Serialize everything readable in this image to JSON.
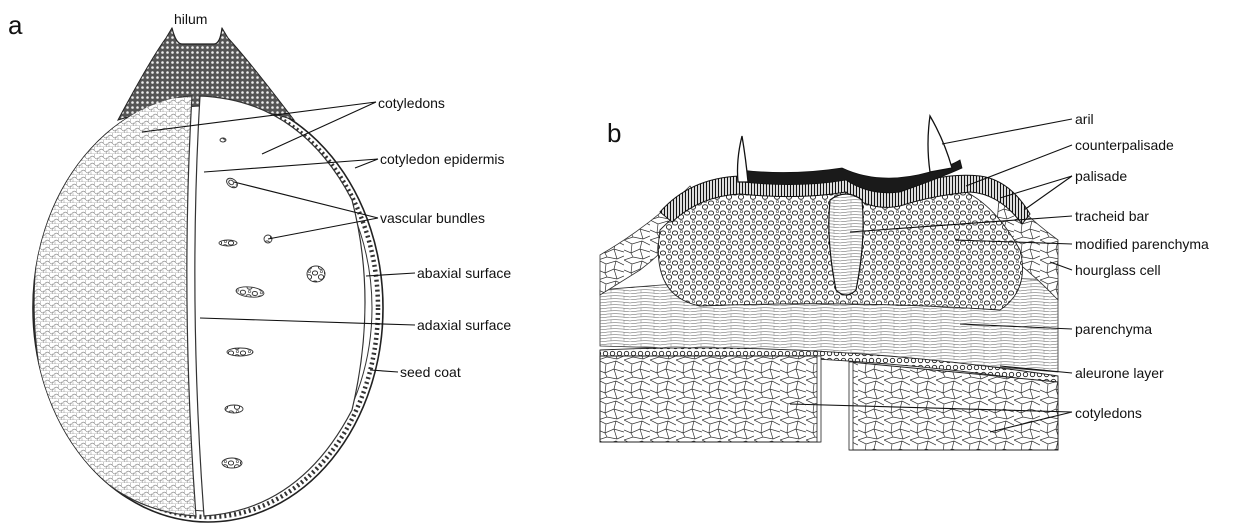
{
  "panels": {
    "a": {
      "letter": "a",
      "labels": {
        "hilum": "hilum",
        "cotyledons": "cotyledons",
        "cotyledon_epidermis": "cotyledon epidermis",
        "vascular_bundles": "vascular bundles",
        "abaxial_surface": "abaxial surface",
        "adaxial_surface": "adaxial surface",
        "seed_coat": "seed coat"
      }
    },
    "b": {
      "letter": "b",
      "labels": {
        "aril": "aril",
        "counterpalisade": "counterpalisade",
        "palisade": "palisade",
        "tracheid_bar": "tracheid bar",
        "modified_parenchyma": "modified parenchyma",
        "hourglass_cell": "hourglass cell",
        "parenchyma": "parenchyma",
        "aleurone_layer": "aleurone layer",
        "cotyledons": "cotyledons"
      }
    }
  }
}
